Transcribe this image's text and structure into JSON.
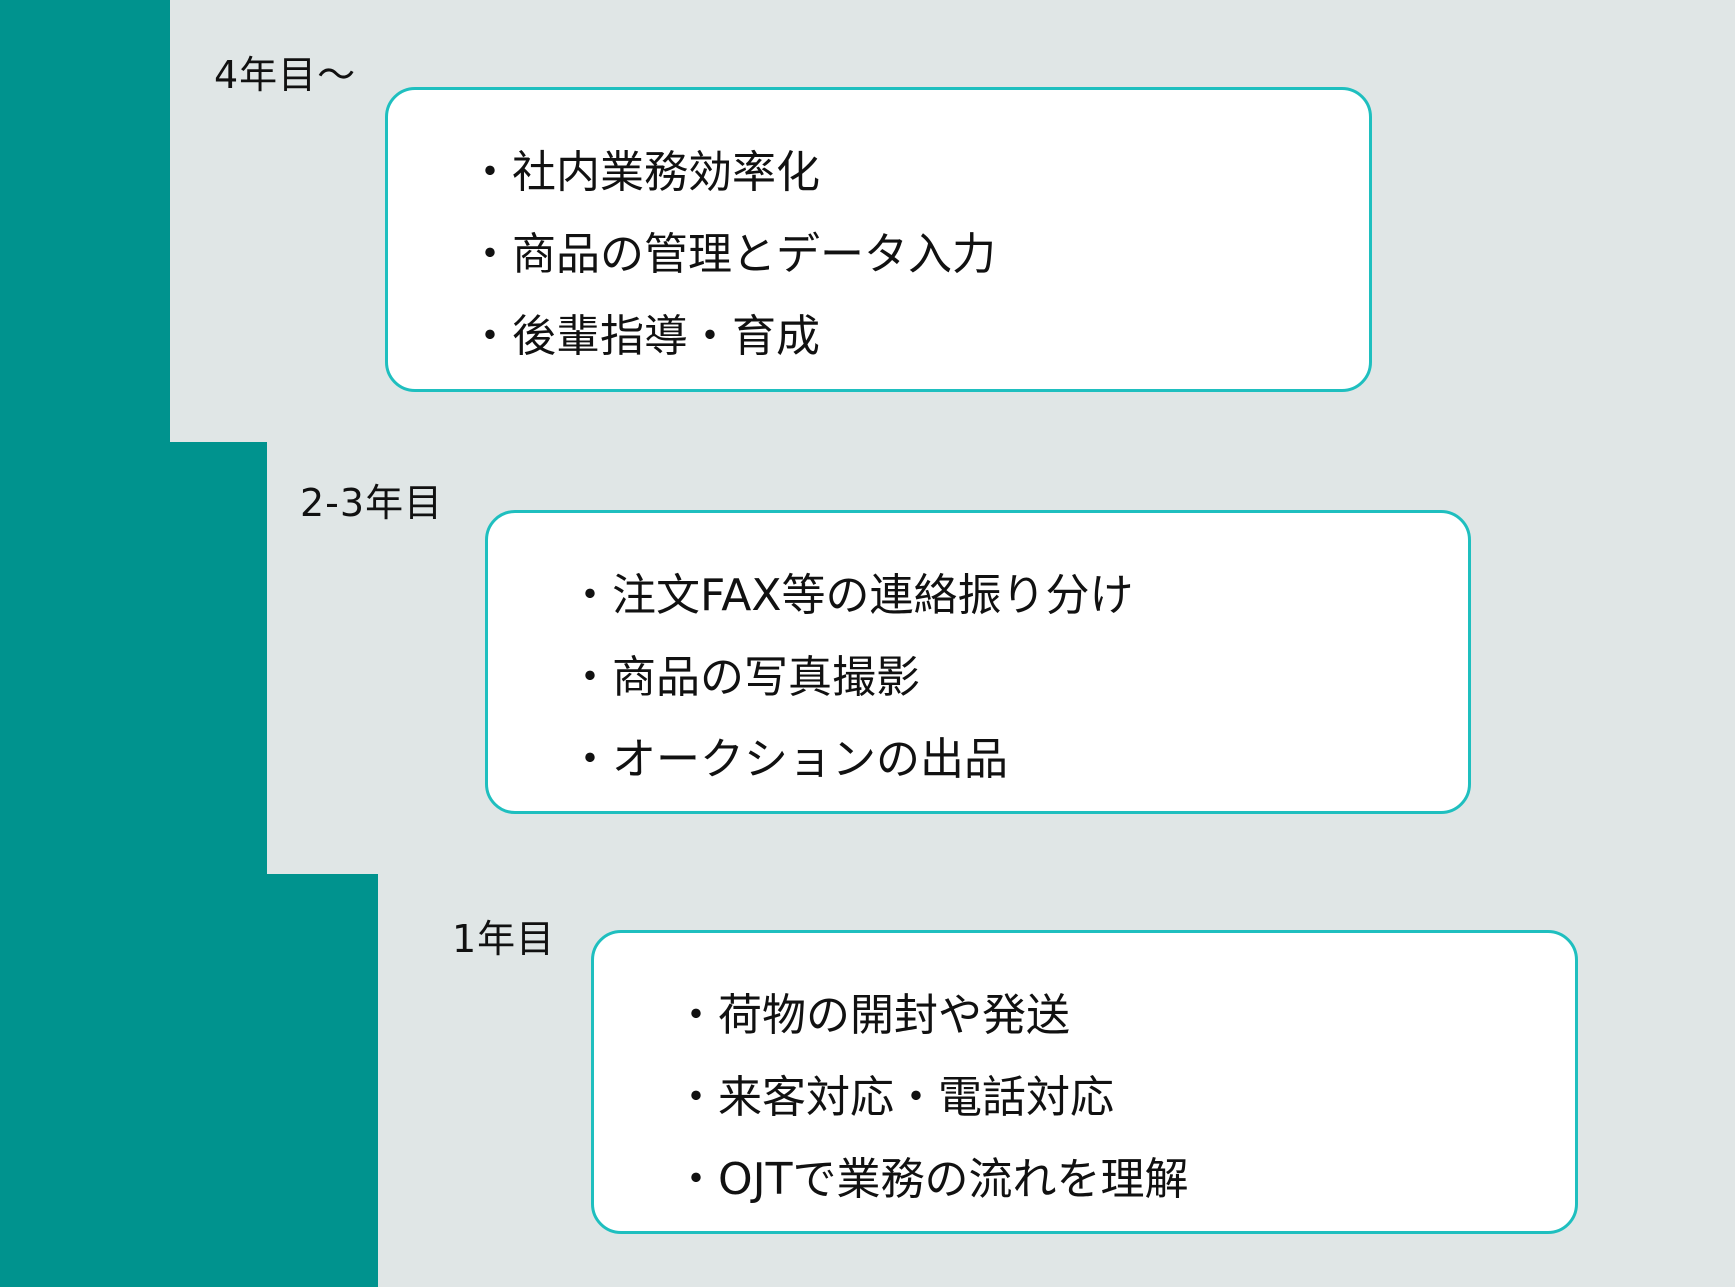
{
  "colors": {
    "background": "#e0e6e6",
    "stair": "#00938e",
    "card_border": "#1fbfbf",
    "card_fill": "#ffffff"
  },
  "stages": [
    {
      "label": "4年目〜",
      "items": [
        "・社内業務効率化",
        "・商品の管理とデータ入力",
        "・後輩指導・育成"
      ]
    },
    {
      "label": "2-3年目",
      "items": [
        "・注文FAX等の連絡振り分け",
        "・商品の写真撮影",
        "・オークションの出品"
      ]
    },
    {
      "label": "1年目",
      "items": [
        "・荷物の開封や発送",
        "・来客対応・電話対応",
        "・OJTで業務の流れを理解"
      ]
    }
  ]
}
